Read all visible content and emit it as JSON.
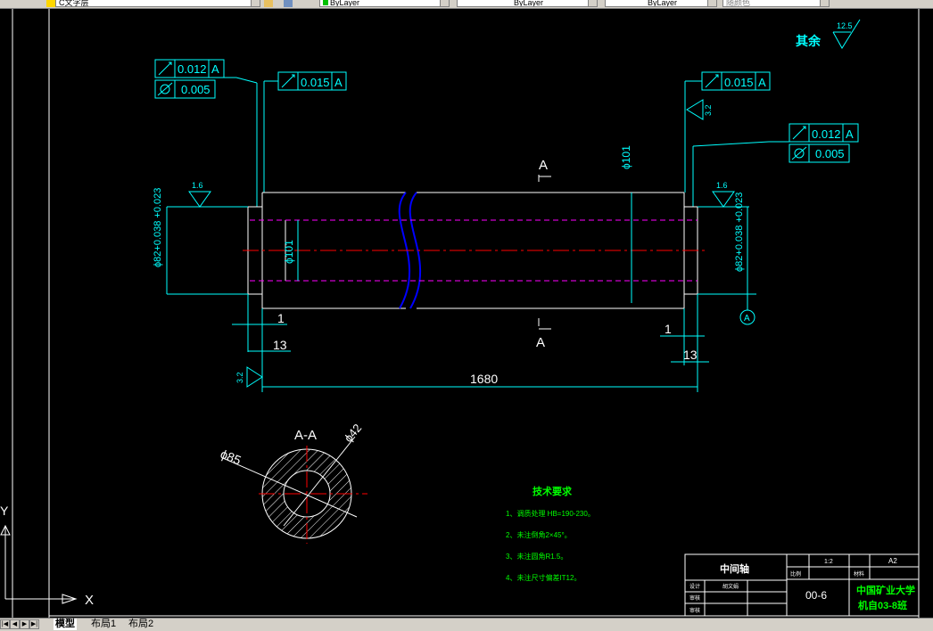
{
  "toolbar": {
    "textstyle_value": "C文字层",
    "layer_value": "ByLayer",
    "linetype_value": "ByLayer",
    "lineweight_value": "ByLayer",
    "plotstyle_value": "随颜色"
  },
  "drawing": {
    "roughness_rest_label": "其余",
    "roughness_rest_value": "12.5",
    "fcf_left_runout": "0.012",
    "fcf_left_runout_datum": "A",
    "fcf_left_cyl": "0.005",
    "fcf_left2_runout": "0.015",
    "fcf_left2_datum": "A",
    "fcf_right_runout": "0.015",
    "fcf_right_datum": "A",
    "fcf_right2_runout": "0.012",
    "fcf_right2_datum": "A",
    "fcf_right2_cyl": "0.005",
    "rough_16_left": "1.6",
    "rough_16_right": "1.6",
    "rough_32_top": "3.2",
    "rough_32_bottom": "3.2",
    "dim_phi101_top": "ϕ101",
    "dim_phi101_left": "ϕ101",
    "dim_phi82_left": "ϕ82+0.038 +0.023",
    "dim_phi82_right": "ϕ82+0.038 +0.023",
    "dim_1_left": "1",
    "dim_13_left": "13",
    "dim_1_right": "1",
    "dim_13_right": "13",
    "dim_1680": "1680",
    "section_mark_top": "A",
    "section_mark_bottom": "A",
    "datum_label": "A",
    "section_title": "A-A",
    "dim_phi85": "ϕ85",
    "dim_phi42": "ϕ42",
    "axis_y": "Y",
    "axis_x": "X"
  },
  "notes": {
    "title": "技术要求",
    "items": [
      "1、调质处理 HB=190-230。",
      "2、未注倒角2×45°。",
      "3、未注圆角R1.5。",
      "4、未注尺寸偏差IT12。"
    ]
  },
  "title_block": {
    "part_name": "中间轴",
    "scale_label": "比例",
    "scale_value": "1:2",
    "material_label": "材料",
    "sheet_size": "A2",
    "drawing_number": "00-6",
    "designer_label": "设计",
    "checker_label": "审核",
    "approver_label": "审核",
    "designer_name": "胡文娟",
    "school": "中国矿业大学",
    "class_name": "机自03-8班"
  },
  "layout_tabs": {
    "model": "模型",
    "layout1": "布局1",
    "layout2": "布局2"
  },
  "colors": {
    "background": "#000000",
    "cyan": "#00ffff",
    "white": "#ffffff",
    "red": "#ff0000",
    "magenta": "#ff00ff",
    "blue": "#0000ff",
    "green": "#00ff00"
  }
}
